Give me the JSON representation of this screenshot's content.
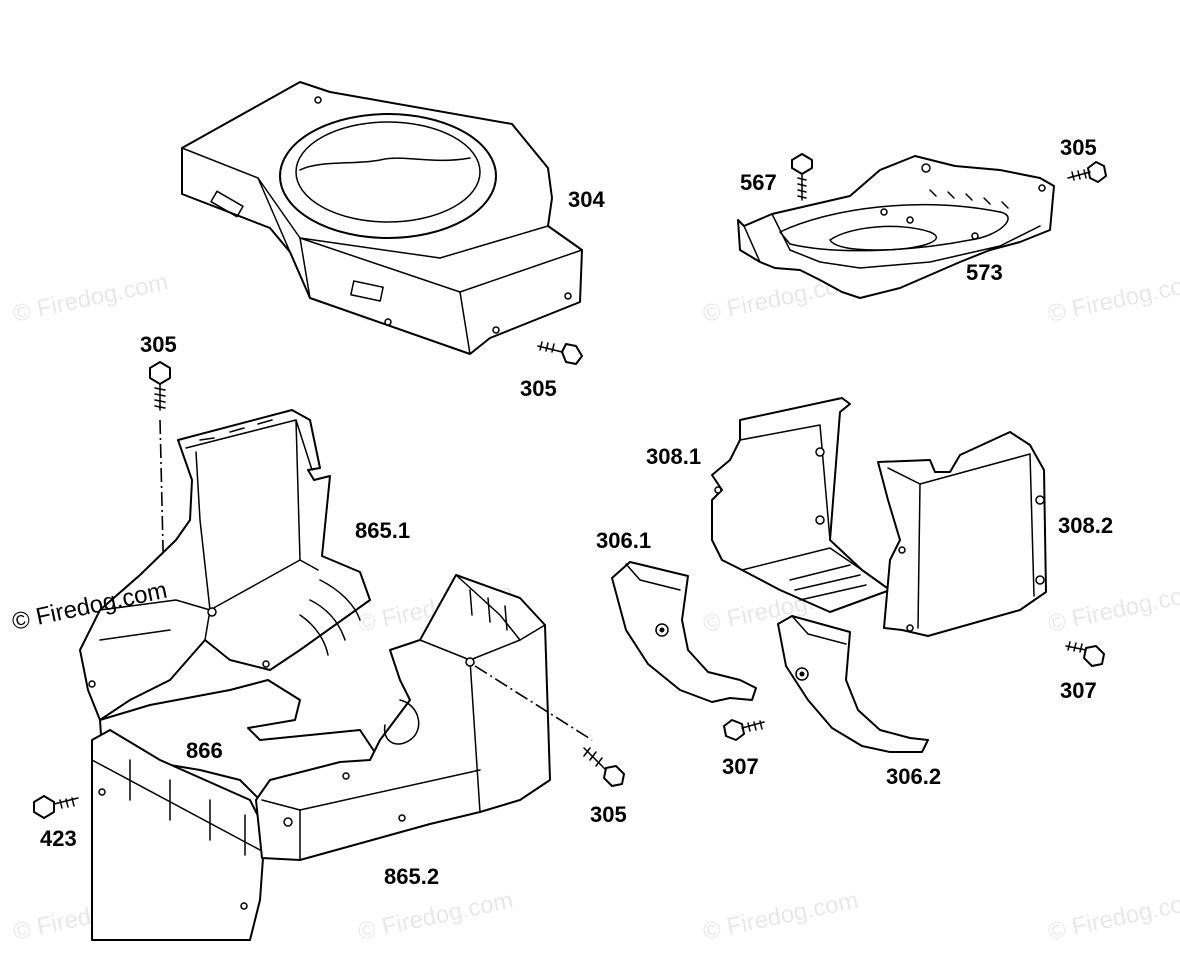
{
  "watermark": {
    "text": "© Firedog.com",
    "primary_text": "© Firedog.com"
  },
  "labels": {
    "l304": "304",
    "l305_top_left": "305",
    "l305_blower": "305",
    "l305_bracket": "305",
    "l305_lower": "305",
    "l567": "567",
    "l573": "573",
    "l865_1": "865.1",
    "l865_2": "865.2",
    "l866": "866",
    "l423": "423",
    "l308_1": "308.1",
    "l308_2": "308.2",
    "l306_1": "306.1",
    "l306_2": "306.2",
    "l307_left": "307",
    "l307_right": "307"
  }
}
